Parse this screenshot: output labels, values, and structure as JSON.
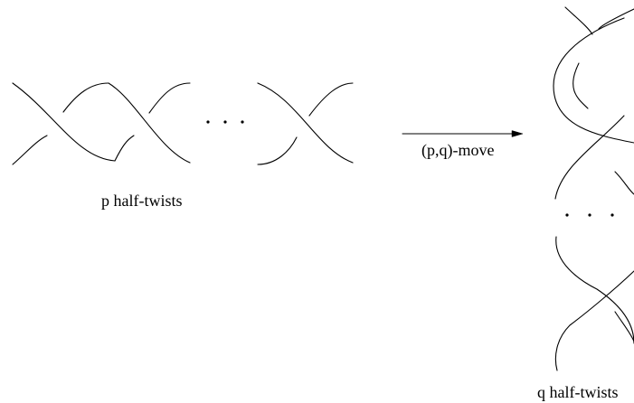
{
  "labels": {
    "left_caption": "p half-twists",
    "arrow_caption": "(p,q)-move",
    "right_caption": "q half-twists"
  },
  "ellipsis": {
    "horizontal": "· · ·",
    "vertical": "· · ·"
  },
  "colors": {
    "stroke": "#000000",
    "background": "#ffffff"
  }
}
